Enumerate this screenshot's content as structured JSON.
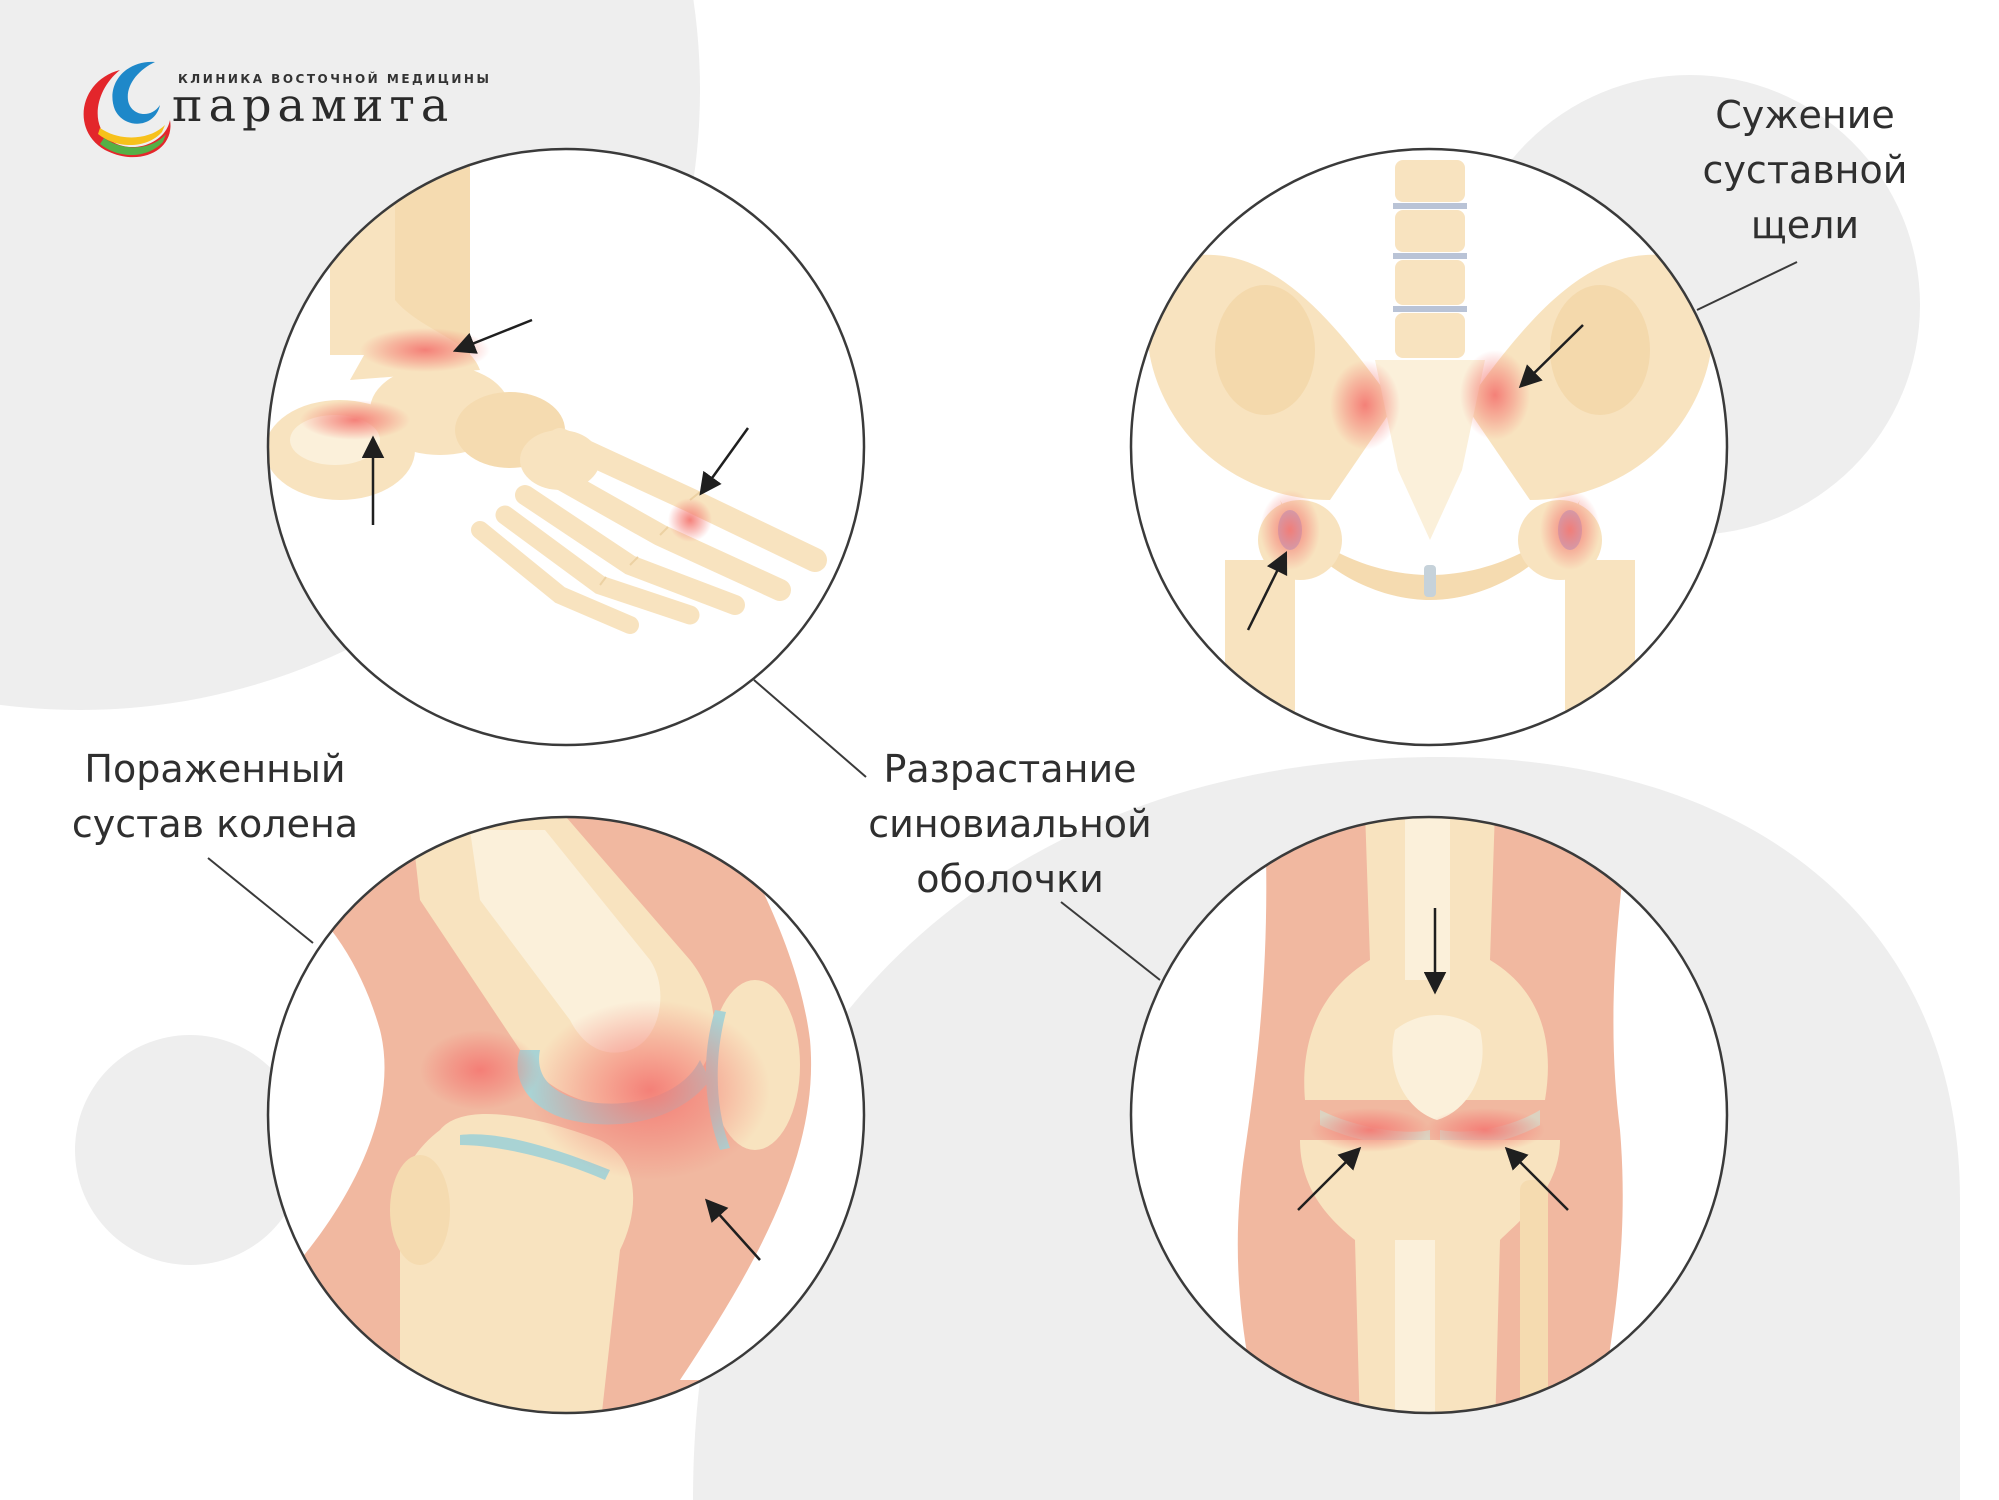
{
  "logo": {
    "tagline": "клиника восточной медицины",
    "name": "парамита"
  },
  "labels": {
    "spine": [
      "Сужение",
      "суставной",
      "щели"
    ],
    "knee_left": [
      "Пораженный",
      "сустав колена"
    ],
    "synovial": [
      "Разрастание",
      "синовиальной",
      "оболочки"
    ]
  },
  "colors": {
    "bone": "#f8e3bf",
    "bone_light": "#fbf0da",
    "bone_dark": "#ecd1a3",
    "inflammation": "#f47b74",
    "skin": "#f1b8a0",
    "cartilage": "#a9d3d4",
    "background_gray": "#eeeeee",
    "outline": "#3a3a3a"
  },
  "icons": [
    "logo-swirl-icon",
    "arrow-icon"
  ]
}
